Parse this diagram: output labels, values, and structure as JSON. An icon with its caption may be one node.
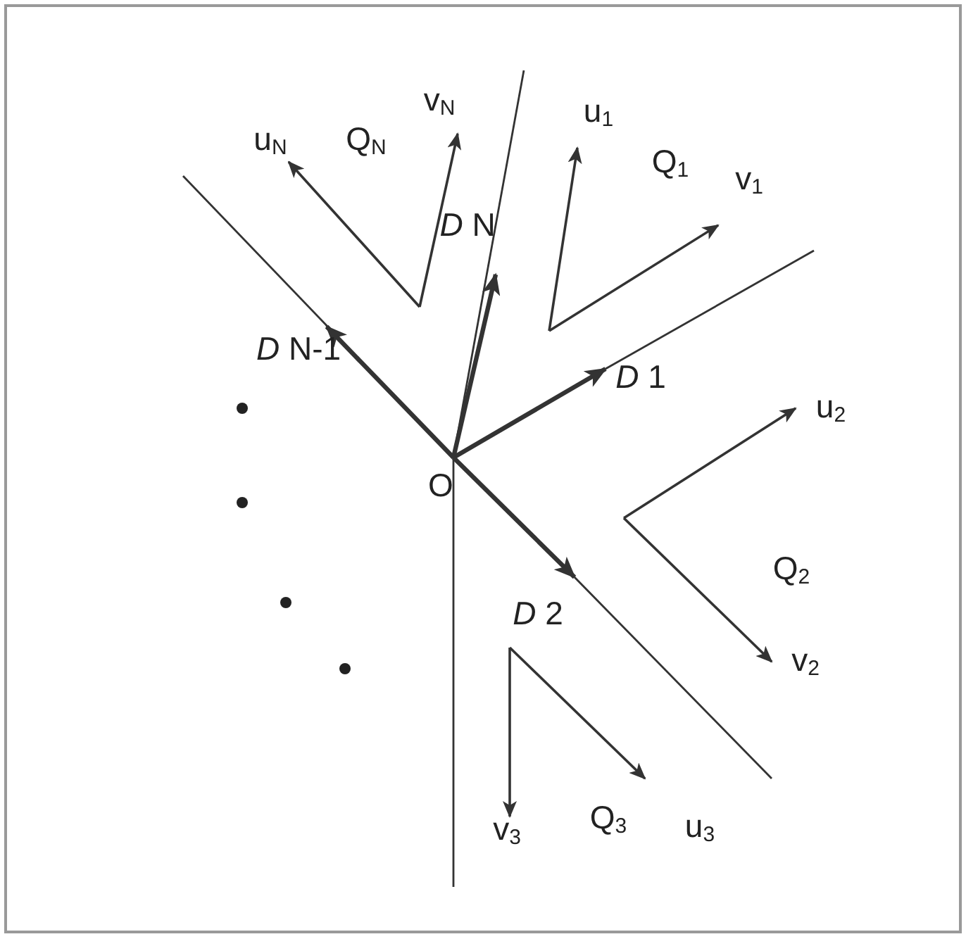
{
  "diagram": {
    "labels": [
      "v$_{N}$",
      "u$_{1}$",
      "u$_{N}$",
      "Q$_{N}$",
      "Q$_{1}$",
      "v$_{1}$",
      "*D* N",
      "*D* N-1",
      "*D* 1",
      "u$_{2}$",
      "O",
      "Q$_{2}$",
      "*D* 2",
      "v$_{2}$",
      "v$_{3}$",
      "Q$_{3}$",
      "u$_{3}$"
    ]
  }
}
